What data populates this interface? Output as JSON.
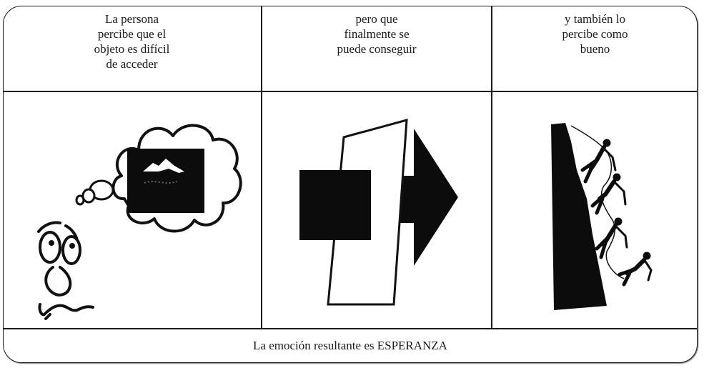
{
  "columns": [
    {
      "header": "La persona\npercibe que el\nobjeto es difícil\nde acceder",
      "illustration_icon": "thinking-face-icon"
    },
    {
      "header": "pero que\nfinalmente se\npuede conseguir",
      "illustration_icon": "arrow-through-barrier-icon"
    },
    {
      "header": "y también lo\npercibe como\nbueno",
      "illustration_icon": "climbers-on-cliff-icon"
    }
  ],
  "footer": "La emoción resultante es ESPERANZA",
  "colors": {
    "ink": "#1a1a1a",
    "background": "#ffffff"
  }
}
